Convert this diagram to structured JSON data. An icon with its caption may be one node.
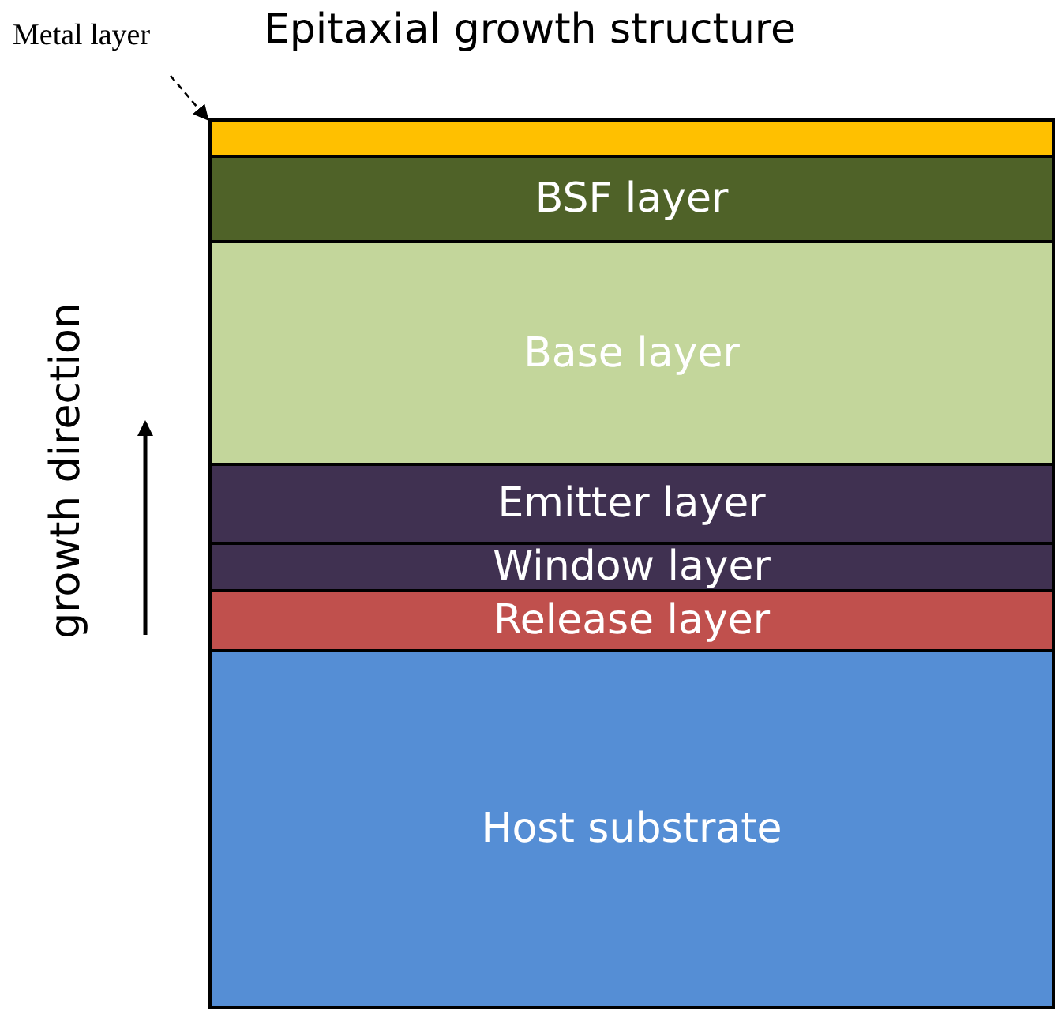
{
  "diagram": {
    "title": "Epitaxial growth structure",
    "nodes": [
      {
        "text": [
          "Metal layer"
        ]
      },
      {
        "text": [],
        "shape": "bar"
      },
      {
        "text": [
          "BSF layer"
        ]
      },
      {
        "text": [
          "Base layer"
        ]
      },
      {
        "text": [
          "Emitter layer"
        ]
      },
      {
        "text": [
          "Window layer"
        ]
      },
      {
        "text": [
          "Release layer"
        ]
      },
      {
        "text": [
          "Host substrate"
        ]
      }
    ],
    "edges": [
      {
        "from": 0,
        "to": 1,
        "arrow": "to",
        "style": "dashed"
      }
    ],
    "labels": [
      "growth direction"
    ]
  }
}
